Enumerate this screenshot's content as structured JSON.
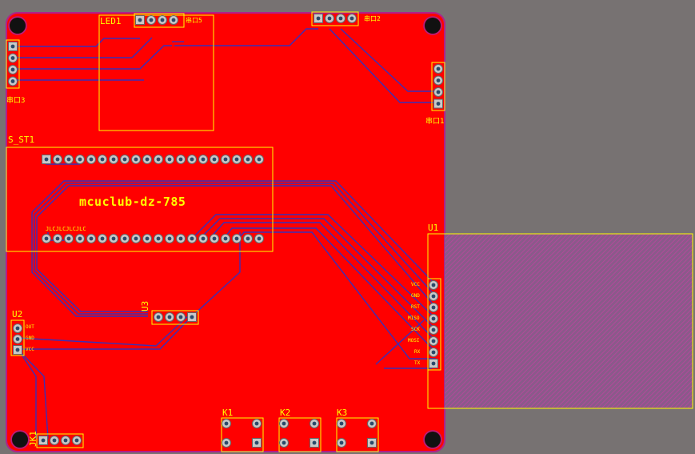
{
  "board": {
    "name": "mcuclub-dz-785",
    "background_color": "#777272",
    "copper_color": "#ff0000",
    "silkscreen_color": "#ffff00",
    "trace_color": "#3a2fb8",
    "outline_color": "#b0208a"
  },
  "components": {
    "led1": "LED1",
    "s_st1": "S_ST1",
    "u1": "U1",
    "u2": "U2",
    "u3": "U3",
    "k1": "K1",
    "k2": "K2",
    "k3": "K3",
    "jk1": "JK1",
    "con_left": "串口3",
    "con_right": "串口1",
    "con_top_left": "串口5",
    "con_top_right": "串口2"
  },
  "pin_labels": {
    "s_st1_bottom": "JLCJLCJLCJLC",
    "u2_pins": [
      "OUT",
      "GND",
      "VCC"
    ],
    "u1_pins": [
      "VCC",
      "GND",
      "RST",
      "MISO",
      "SCK",
      "MOSI",
      "RX",
      "TX"
    ]
  }
}
